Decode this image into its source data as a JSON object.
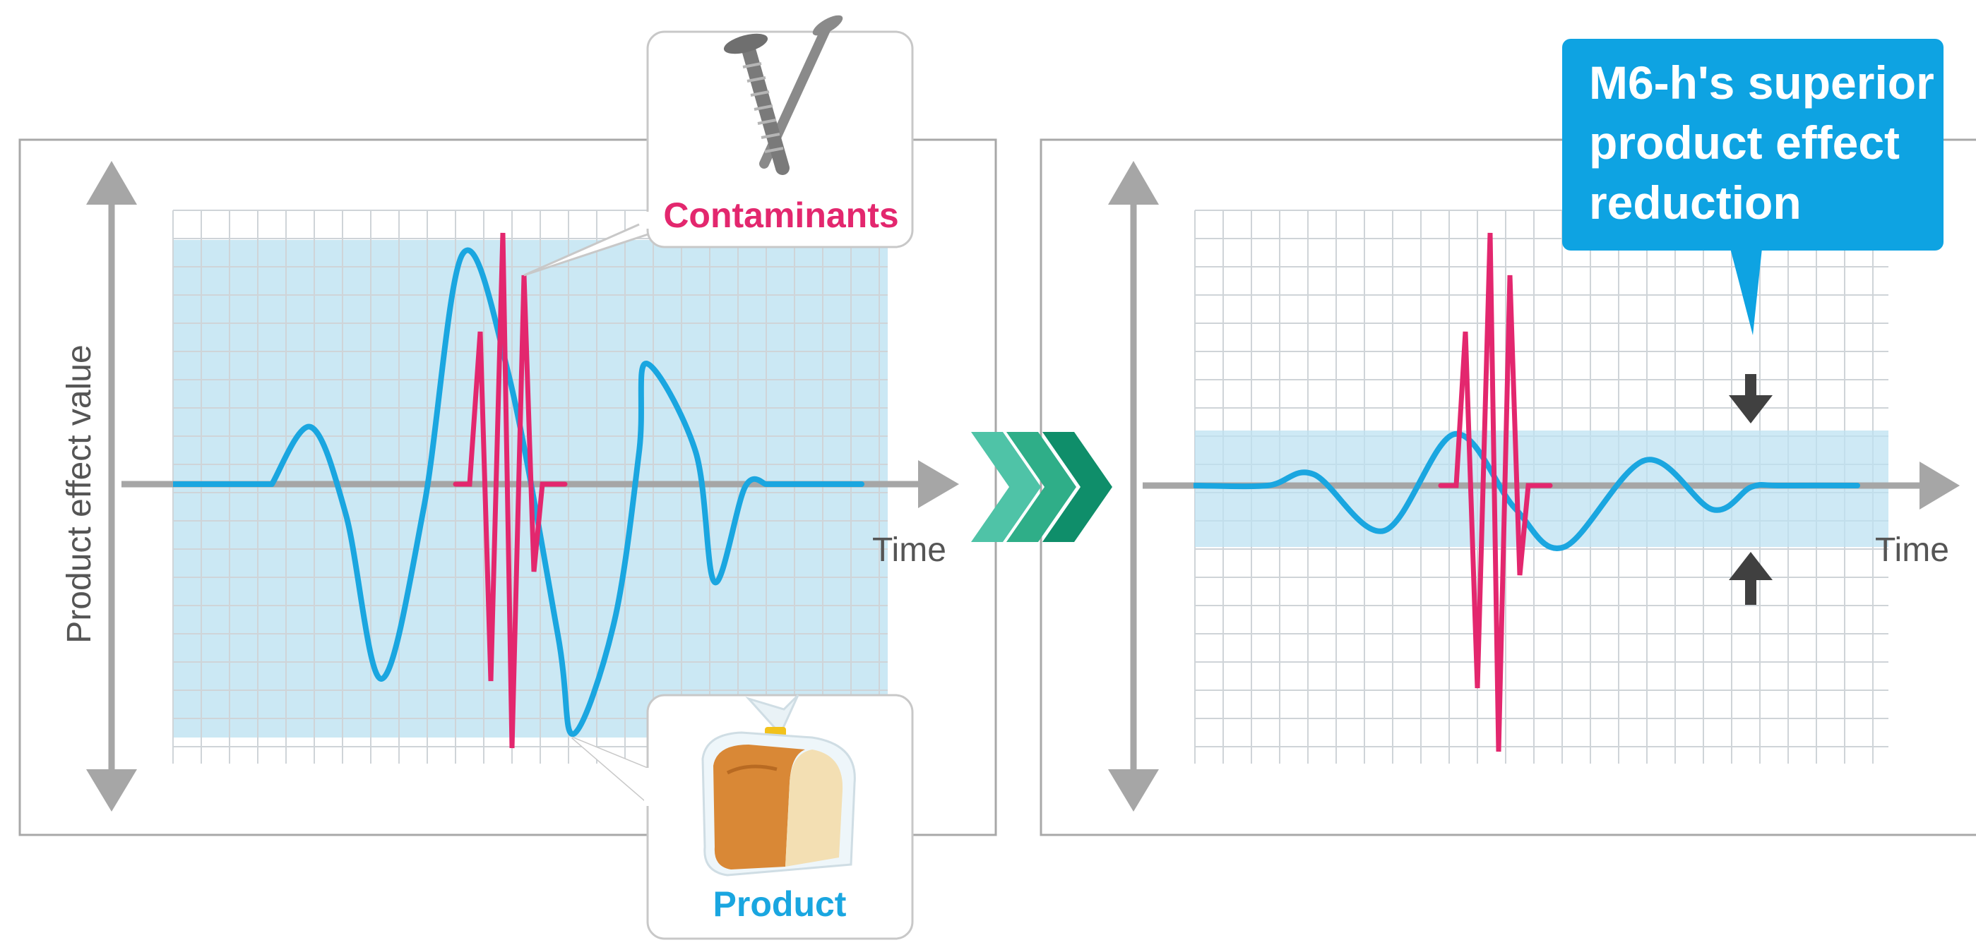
{
  "colors": {
    "product": "#1aa6e0",
    "contaminant": "#e3276e",
    "band": "#bde2f1",
    "accent_box": "#0ea3e2",
    "chevron_light": "#4fc3a7",
    "chevron_dark": "#0f8e6a",
    "dark_arrow": "#404040"
  },
  "y_axis_label": "Product effect value",
  "x_axis_label_left": "Time",
  "x_axis_label_right": "Time",
  "callouts": {
    "contaminants": {
      "label": "Contaminants",
      "icon": "screw-and-nail-icon"
    },
    "product": {
      "label": "Product",
      "icon": "bread-loaf-icon"
    }
  },
  "highlight": {
    "lines": [
      "M6-h's superior",
      "product effect",
      "reduction"
    ]
  },
  "transition_icon": "triple-chevron-arrow-icon",
  "panels": [
    {
      "id": "before",
      "product_effect": "large"
    },
    {
      "id": "after",
      "product_effect": "reduced"
    }
  ]
}
